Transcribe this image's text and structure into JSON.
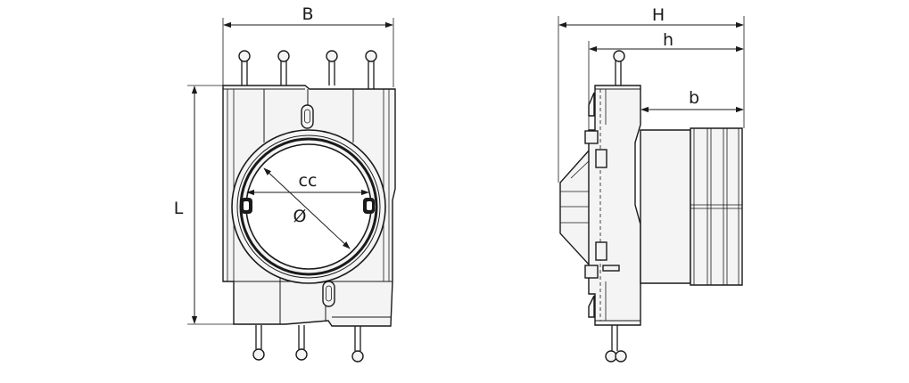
{
  "diagram": {
    "front_view": {
      "dimension_width": "B",
      "dimension_length": "L",
      "dimension_center_distance": "cc",
      "dimension_diameter": "Ø"
    },
    "side_view": {
      "dimension_total_height": "H",
      "dimension_height": "h",
      "dimension_collar": "b"
    }
  }
}
